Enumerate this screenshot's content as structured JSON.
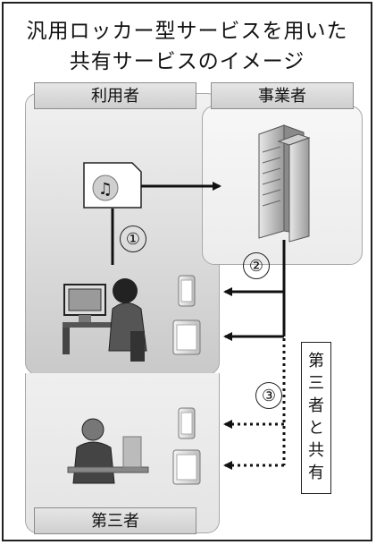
{
  "title": {
    "line1": "汎用ロッカー型サービスを用いた",
    "line2": "共有サービスのイメージ"
  },
  "actors": {
    "user": "利用者",
    "business": "事業者",
    "third_party": "第三者"
  },
  "steps": [
    "①",
    "②",
    "③"
  ],
  "share_label": [
    "第",
    "三",
    "者",
    "と",
    "共",
    "有"
  ],
  "icons": {
    "music_file": "music-note-file-icon",
    "server": "server-rack-icon",
    "user_at_pc": "person-at-computer-icon",
    "third_person": "person-at-desk-icon",
    "phone": "smartphone-icon",
    "tablet": "tablet-icon"
  }
}
